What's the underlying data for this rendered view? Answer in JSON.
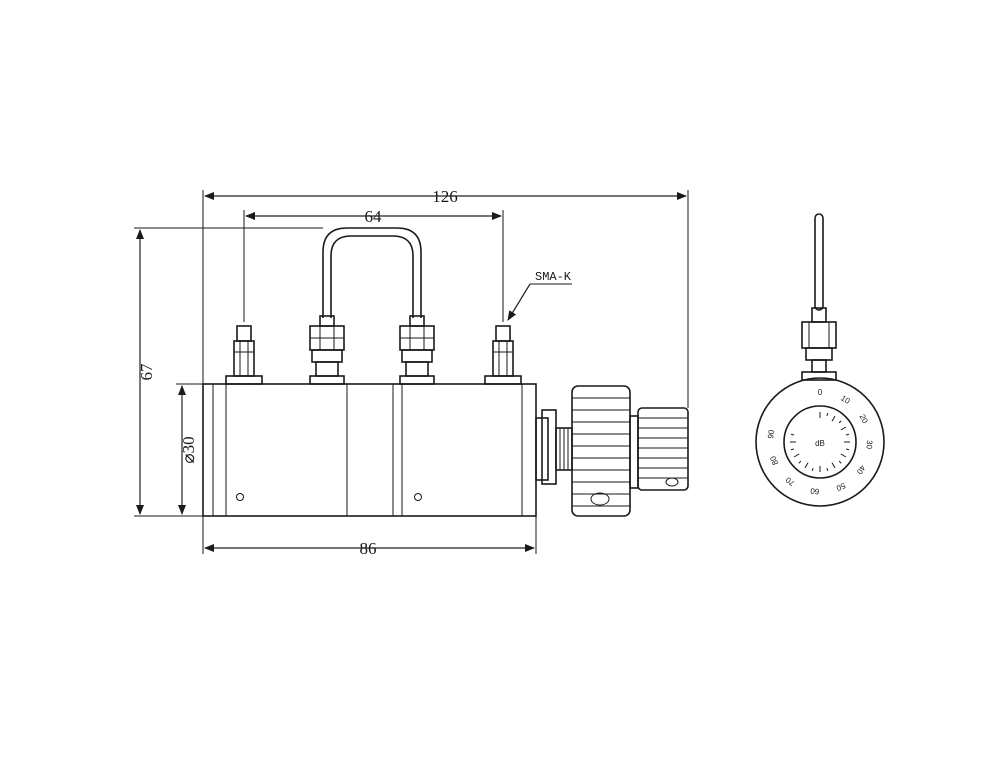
{
  "dimensions": {
    "overall_length": "126",
    "port_spacing": "64",
    "height": "67",
    "diameter": "⌀30",
    "body_length": "86"
  },
  "connector_label": "SMA-K",
  "dial": {
    "center_mark": "dB",
    "scale": [
      "0",
      "10",
      "20",
      "30",
      "40",
      "50",
      "60",
      "70",
      "80",
      "90"
    ]
  }
}
